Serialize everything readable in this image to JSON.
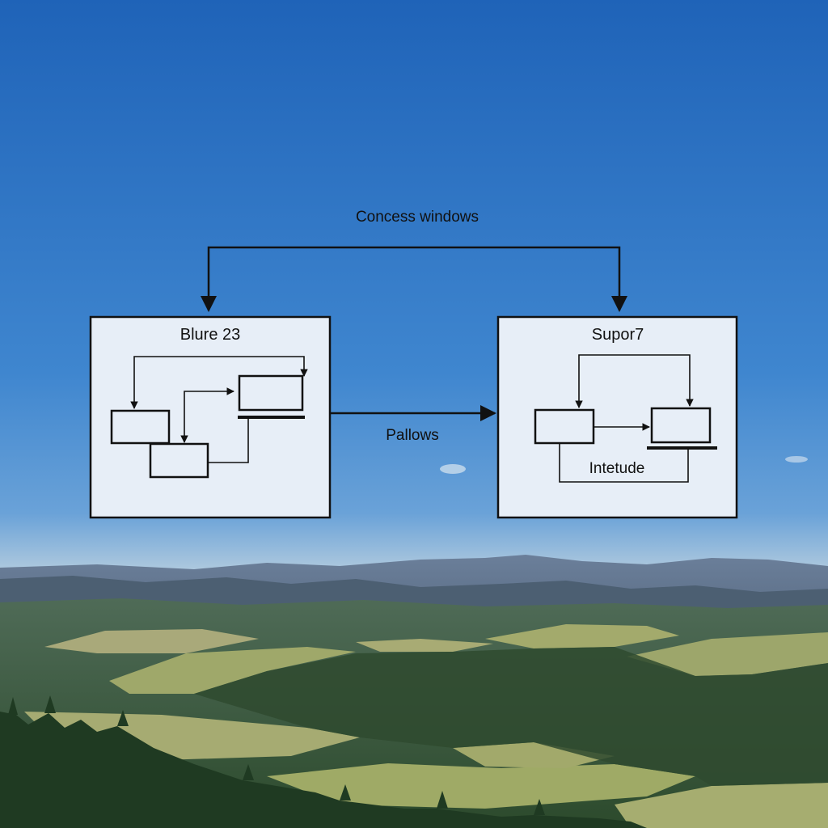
{
  "diagram": {
    "top_label": "Concess windows",
    "middle_label": "Pallows",
    "left_panel": {
      "title": "Blure 23"
    },
    "right_panel": {
      "title": "Supor7",
      "inner_label": "Intetude"
    }
  },
  "colors": {
    "sky_top": "#1f63b8",
    "sky_mid": "#5f9ad6",
    "sky_horizon": "#b9cfdf",
    "panel_fill": "#e7eef7",
    "stroke": "#111111",
    "hills_far": "#5d7390",
    "forest": "#3c5a3a",
    "meadow": "#9fa86a"
  }
}
